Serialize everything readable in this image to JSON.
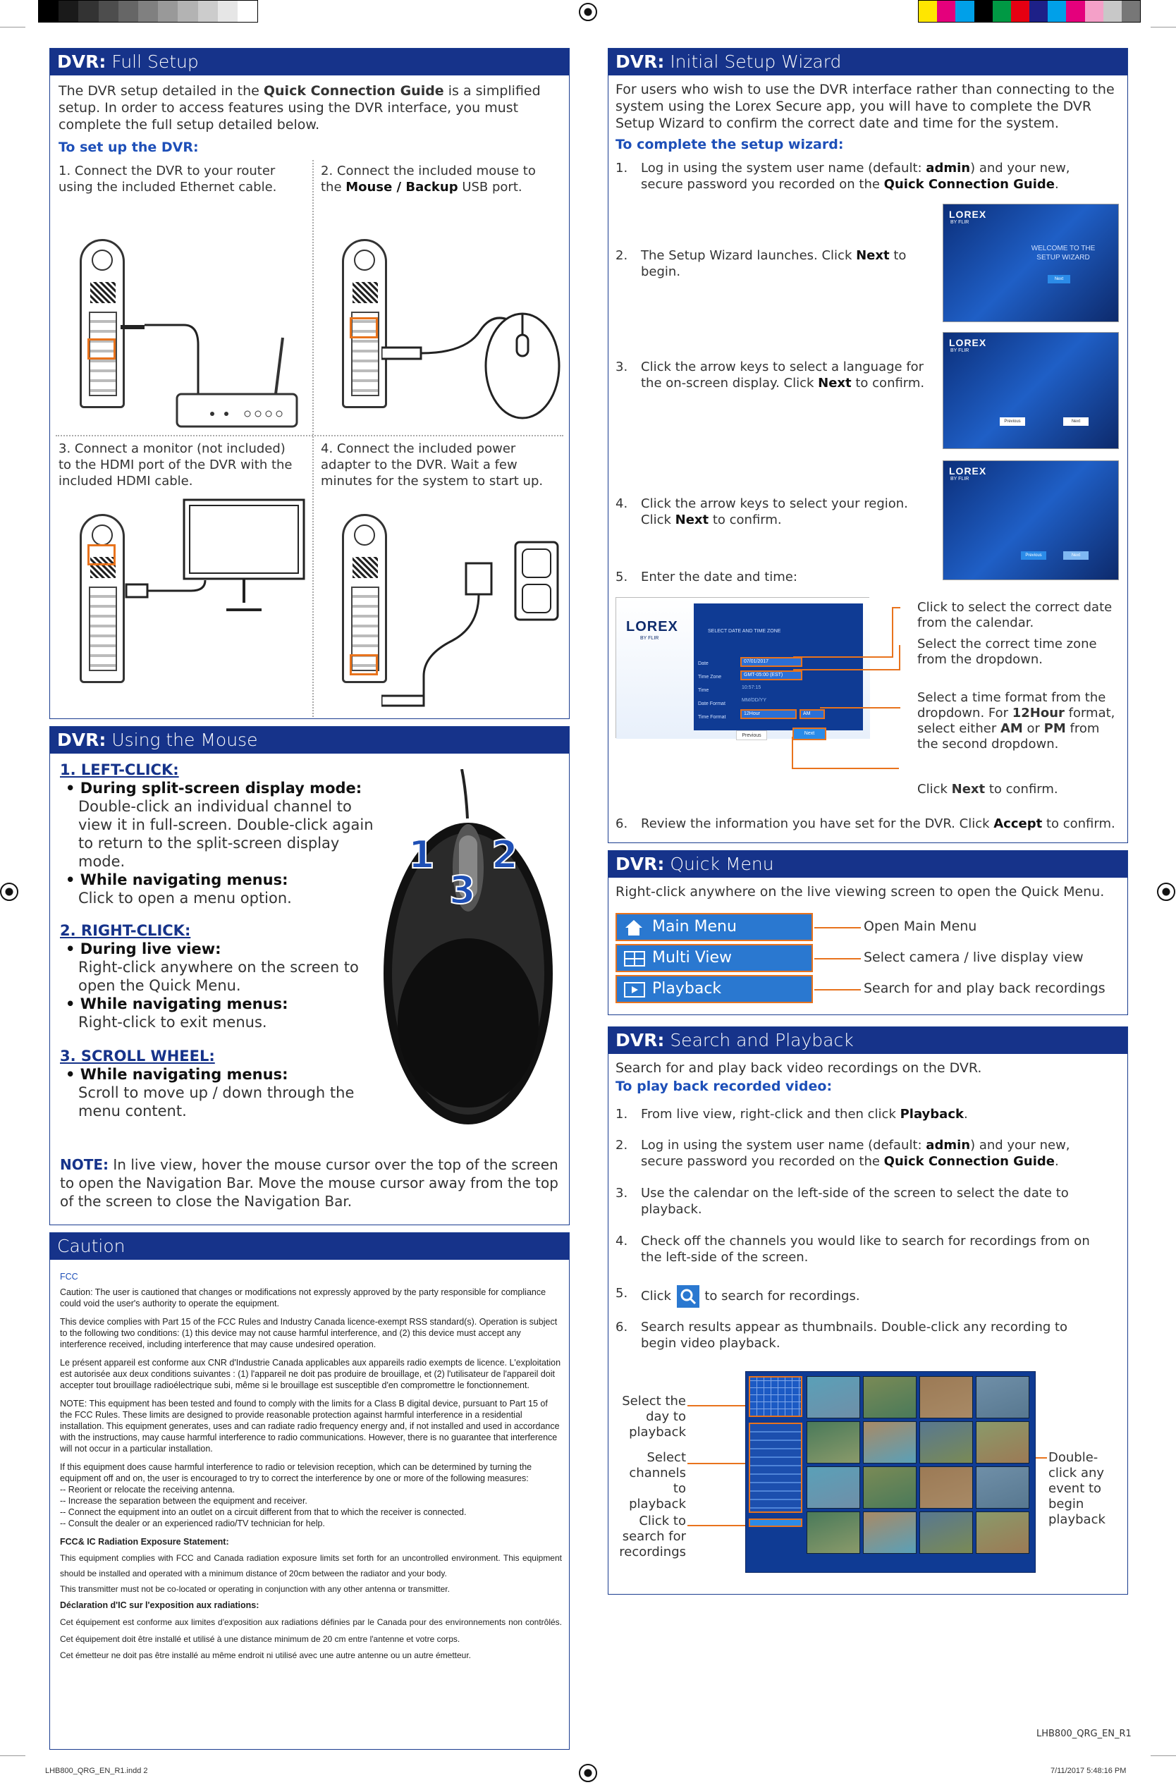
{
  "registration": {
    "left_swatches": [
      "#000000",
      "#1a1a1a",
      "#333333",
      "#4d4d4d",
      "#666666",
      "#808080",
      "#999999",
      "#b3b3b3",
      "#cccccc",
      "#e6e6e6",
      "#ffffff"
    ],
    "right_swatches": [
      "#ffe600",
      "#e4007c",
      "#00a0e9",
      "#000000",
      "#009944",
      "#e60012",
      "#1d2088",
      "#00a0e9",
      "#e4007c",
      "#f4a0c8",
      "#c8c8c8",
      "#777777"
    ]
  },
  "full_setup": {
    "title_bold": "DVR:",
    "title_light": "Full Setup",
    "intro_1": "The DVR setup detailed in the ",
    "intro_guide": "Quick Connection Guide",
    "intro_2": " is a simplified setup. In order to access features using the DVR interface, you must complete the full setup detailed below.",
    "subhead": "To set up the DVR:",
    "step1": "1. Connect the DVR to your router using the included Ethernet cable.",
    "step2_a": "2. Connect the included mouse to the ",
    "step2_b": "Mouse / Backup",
    "step2_c": " USB port.",
    "step3": "3. Connect a monitor (not included) to the HDMI port of the DVR with the included HDMI cable.",
    "step4": "4. Connect the included power adapter to the DVR. Wait a few minutes for the system to start up."
  },
  "mouse": {
    "title_bold": "DVR:",
    "title_light": "Using the Mouse",
    "left_head": "1. LEFT-CLICK:",
    "left_b1": "During split-screen display mode:",
    "left_b1_t": "Double-click an individual channel to view it in full-screen. Double-click again to return to the split-screen display mode.",
    "left_b2": "While navigating menus:",
    "left_b2_t": "Click to open a menu option.",
    "right_head": "2. RIGHT-CLICK:",
    "right_b1": "During live view:",
    "right_b1_t": "Right-click anywhere on the screen to open the Quick Menu.",
    "right_b2": "While navigating menus:",
    "right_b2_t": "Right-click to exit menus.",
    "scroll_head": "3. SCROLL WHEEL:",
    "scroll_b1": "While navigating menus:",
    "scroll_b1_t": "Scroll to move up / down through the menu content.",
    "note_label": "NOTE:",
    "note": " In live view, hover the mouse cursor over the top of the screen to open the Navigation Bar. Move the mouse cursor away from the top of the screen to close the Navigation Bar.",
    "n1": "1",
    "n2": "2",
    "n3": "3"
  },
  "caution": {
    "title": "Caution",
    "fcc": "FCC",
    "p1": "Caution: The user is cautioned that changes or modifications not expressly approved by the party responsible for compliance could void the user's authority to operate the equipment.",
    "p2": "This device complies with Part 15 of the FCC Rules and Industry Canada licence-exempt RSS standard(s). Operation is subject to the following two conditions: (1) this device may not cause harmful interference, and (2) this device must accept any interference received, including interference that may cause undesired operation.",
    "p3": "Le présent appareil est conforme aux CNR d'Industrie Canada applicables aux appareils radio exempts de licence. L'exploitation est autorisée aux deux conditions suivantes : (1) l'appareil ne doit pas produire de brouillage, et (2) l'utilisateur de l'appareil doit accepter tout brouillage radioélectrique subi, même si le brouillage est susceptible d'en compromettre le fonctionnement.",
    "p4": "NOTE: This equipment has been tested and found to comply with the limits for a Class B digital device, pursuant to Part 15 of the FCC Rules. These limits are designed to provide reasonable protection against harmful interference in a residential installation. This equipment generates, uses and can radiate radio frequency energy and, if not installed and used in accordance with the instructions, may cause harmful interference to radio communications. However, there is no guarantee that interference will not occur in a particular installation.",
    "p5": "If this equipment does cause harmful interference to radio or television reception, which can be determined by turning the equipment off and on, the user is encouraged to try to correct the interference by one or more of the following measures:",
    "p5_l1": "-- Reorient or relocate the receiving antenna.",
    "p5_l2": "-- Increase the separation between the equipment and receiver.",
    "p5_l3": "-- Connect the equipment into an outlet on a circuit different from that to which the receiver is connected.",
    "p5_l4": "-- Consult the dealer or an experienced radio/TV technician for help.",
    "h_rf": "FCC& IC Radiation Exposure Statement:",
    "rf1": "This equipment complies with FCC and Canada radiation exposure limits set forth for an uncontrolled environment. This equipment should be installed and operated with a minimum distance of 20cm between the radiator and your body.",
    "rf2": "This transmitter must not be co-located or operating in conjunction with any other antenna or transmitter.",
    "h_fr": "Déclaration d'IC sur l'exposition aux radiations:",
    "fr1": "Cet équipement est conforme aux limites d'exposition aux radiations définies par le Canada pour des environnements non contrôlés. Cet équipement doit être installé et utilisé à une distance minimum de 20 cm entre l'antenne et votre corps.",
    "fr2": "Cet émetteur ne doit pas être installé au même endroit ni utilisé avec une autre antenne ou un autre émetteur."
  },
  "wizard": {
    "title_bold": "DVR:",
    "title_light": "Initial Setup Wizard",
    "intro": "For users who wish to use the DVR interface rather than connecting to the system using the Lorex Secure app, you will have to complete the DVR Setup Wizard to confirm the correct date and time for the system.",
    "subhead": "To complete the setup wizard:",
    "s1_a": "Log in using the system user name (default: ",
    "s1_b": "admin",
    "s1_c": ") and your new, secure password you recorded on the ",
    "s1_d": "Quick Connection Guide",
    "s1_e": ".",
    "s2_a": "The Setup Wizard launches. Click ",
    "s2_b": "Next",
    "s2_c": " to begin.",
    "s3_a": "Click the arrow keys to select a language for the on-screen display. Click ",
    "s3_b": "Next",
    "s3_c": " to confirm.",
    "s4_a": "Click the arrow keys to select your region. Click ",
    "s4_b": "Next",
    "s4_c": " to confirm.",
    "s5": "Enter the date and time:",
    "s6_a": "Review the information you have set for the DVR. Click ",
    "s6_b": "Accept",
    "s6_c": " to confirm.",
    "n1": "1.",
    "n2": "2.",
    "n3": "3.",
    "n4": "4.",
    "n5": "5.",
    "n6": "6.",
    "brand": "LOREX",
    "brand_sub": "BY FLIR",
    "welcome": "WELCOME TO THE SETUP WIZARD",
    "next": "Next",
    "previous": "Previous",
    "dt_title": "SELECT DATE AND TIME ZONE",
    "dt_date": "Date",
    "dt_date_v": "07/01/2017",
    "dt_zone": "Time Zone",
    "dt_zone_v": "GMT-05:00 (EST)",
    "dt_time": "Time",
    "dt_time_v": "10:57:15",
    "dt_fmt": "Date Format",
    "dt_fmt_v": "MM/DD/YY",
    "dt_tfmt": "Time Format",
    "dt_tfmt_v": "12Hour",
    "dt_ampm": "AM",
    "c1": "Click to select the correct date from the calendar.",
    "c2": "Select the correct time zone from the dropdown.",
    "c3_a": "Select a time format from the dropdown. For ",
    "c3_b": "12Hour",
    "c3_c": " format, select either ",
    "c3_d": "AM",
    "c3_e": " or ",
    "c3_f": "PM",
    "c3_g": " from the second dropdown.",
    "c4_a": "Click ",
    "c4_b": "Next",
    "c4_c": " to confirm."
  },
  "quick_menu": {
    "title_bold": "DVR:",
    "title_light": "Quick Menu",
    "intro": "Right-click anywhere on the live viewing screen to open the Quick Menu.",
    "items": [
      {
        "label": "Main Menu",
        "desc": "Open Main Menu"
      },
      {
        "label": "Multi View",
        "desc": "Select camera / live display view"
      },
      {
        "label": "Playback",
        "desc": "Search for and play back recordings"
      }
    ]
  },
  "search": {
    "title_bold": "DVR:",
    "title_light": "Search and Playback",
    "intro": "Search for and play back video recordings on the DVR.",
    "subhead": "To play back recorded video:",
    "s1_a": "From live view, right-click and then click ",
    "s1_b": "Playback",
    "s1_c": ".",
    "s2_a": "Log in using the system user name (default: ",
    "s2_b": "admin",
    "s2_c": ") and your new, secure password you recorded on the ",
    "s2_d": "Quick Connection Guide",
    "s2_e": ".",
    "s3": "Use the calendar on the left-side of the screen to select the date to playback.",
    "s4": "Check off the channels you would like to search for recordings from on the left-side of the screen.",
    "s5_a": "Click ",
    "s5_b": " to search for recordings.",
    "s6": "Search results appear as thumbnails. Double-click any recording to begin video playback.",
    "n1": "1.",
    "n2": "2.",
    "n3": "3.",
    "n4": "4.",
    "n5": "5.",
    "n6": "6.",
    "cl1": "Select the day to playback",
    "cl2": "Select channels to playback",
    "cl3": "Click to search for recordings",
    "cr1": "Double-click any event to begin playback"
  },
  "footer": {
    "doc_code": "LHB800_QRG_EN_R1",
    "file": "LHB800_QRG_EN_R1.indd   2",
    "date": "7/11/2017   5:48:16 PM"
  }
}
